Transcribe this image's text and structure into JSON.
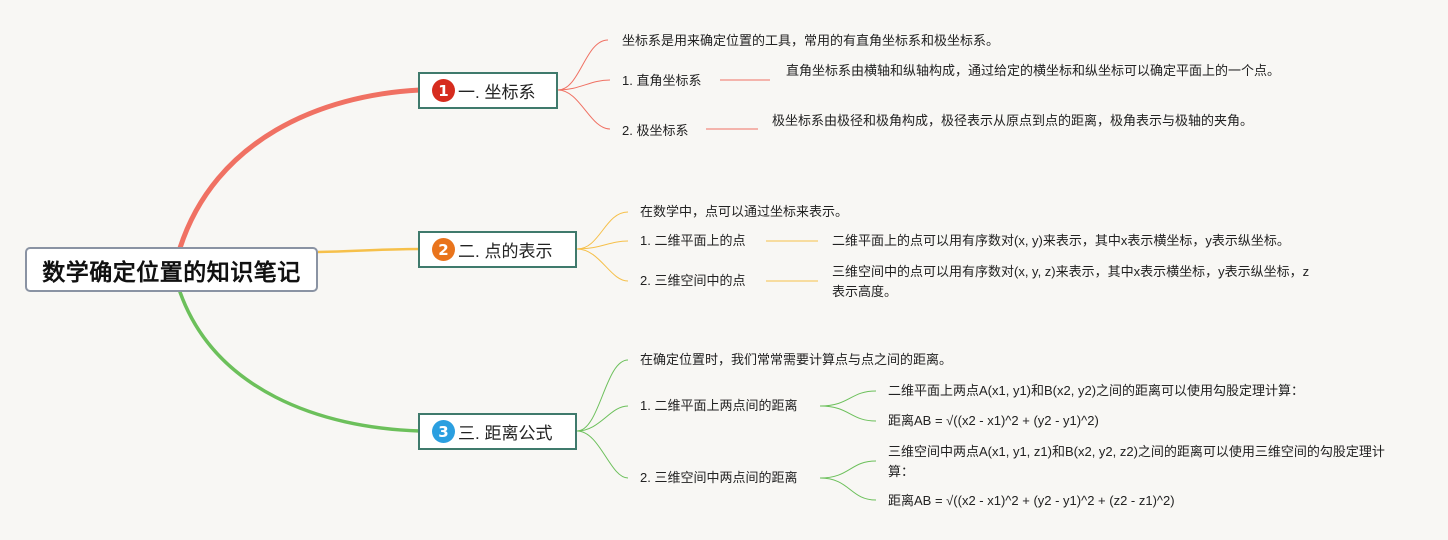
{
  "root": {
    "title": "数学确定位置的知识笔记"
  },
  "colors": {
    "branch1": "#f07163",
    "branch2": "#f6c04a",
    "branch3": "#6cc05b",
    "badge1": "#d62c1e",
    "badge2": "#e9741c",
    "badge3": "#2b9fe0",
    "topic_border": "#3f7a6c",
    "root_border": "#8a93a3",
    "background": "#f8f7f4"
  },
  "branches": [
    {
      "number": "1",
      "title": "一. 坐标系",
      "intro": "坐标系是用来确定位置的工具，常用的有直角坐标系和极坐标系。",
      "subtopics": [
        {
          "label": "1. 直角坐标系",
          "details": [
            "直角坐标系由横轴和纵轴构成，通过给定的横坐标和纵坐标可以确定平面上的一个点。"
          ]
        },
        {
          "label": "2. 极坐标系",
          "details": [
            "极坐标系由极径和极角构成，极径表示从原点到点的距离，极角表示与极轴的夹角。"
          ]
        }
      ]
    },
    {
      "number": "2",
      "title": "二. 点的表示",
      "intro": "在数学中，点可以通过坐标来表示。",
      "subtopics": [
        {
          "label": "1. 二维平面上的点",
          "details": [
            "二维平面上的点可以用有序数对(x, y)来表示，其中x表示横坐标，y表示纵坐标。"
          ]
        },
        {
          "label": "2. 三维空间中的点",
          "details": [
            "三维空间中的点可以用有序数对(x, y, z)来表示，其中x表示横坐标，y表示纵坐标，z表示高度。"
          ]
        }
      ]
    },
    {
      "number": "3",
      "title": "三. 距离公式",
      "intro": "在确定位置时，我们常常需要计算点与点之间的距离。",
      "subtopics": [
        {
          "label": "1. 二维平面上两点间的距离",
          "details": [
            "二维平面上两点A(x1, y1)和B(x2, y2)之间的距离可以使用勾股定理计算：",
            "距离AB = √((x2 - x1)^2 + (y2 - y1)^2)"
          ]
        },
        {
          "label": "2. 三维空间中两点间的距离",
          "details": [
            "三维空间中两点A(x1, y1, z1)和B(x2, y2, z2)之间的距离可以使用三维空间的勾股定理计算：",
            "距离AB = √((x2 - x1)^2 + (y2 - y1)^2 + (z2 - z1)^2)"
          ]
        }
      ]
    }
  ]
}
